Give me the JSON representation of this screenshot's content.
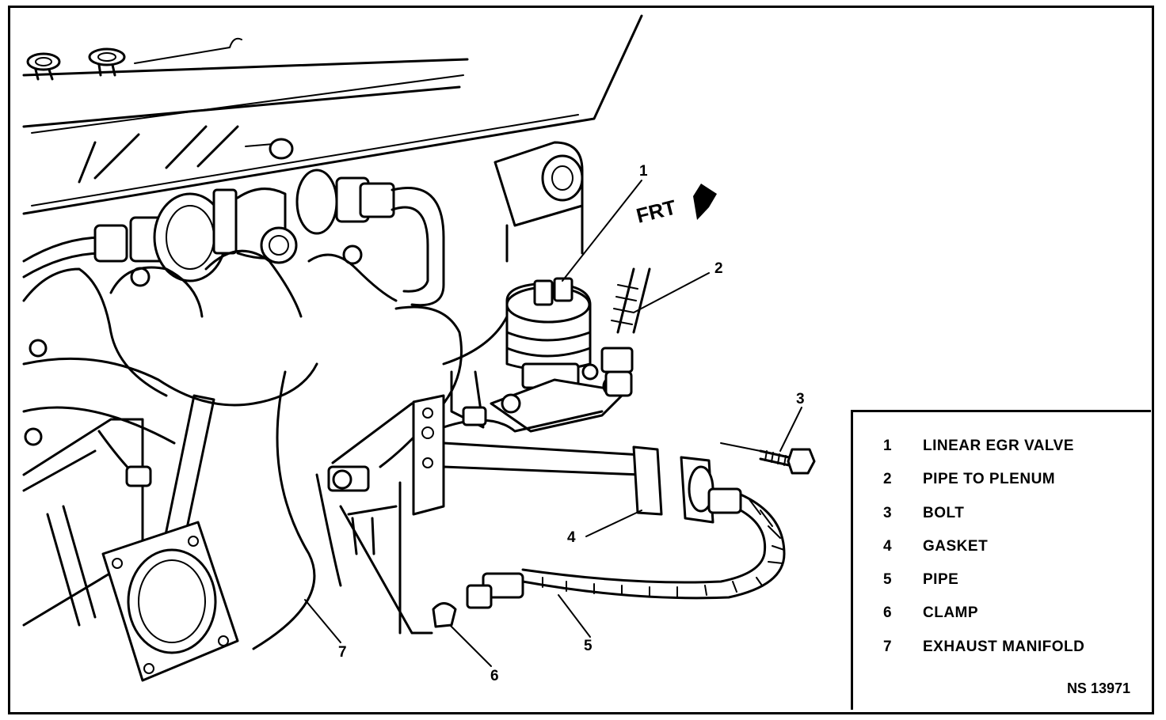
{
  "diagram": {
    "orientation_label": "FRT",
    "callouts": [
      "1",
      "2",
      "3",
      "4",
      "5",
      "6",
      "7"
    ],
    "legend": [
      {
        "number": "1",
        "label": "LINEAR EGR VALVE"
      },
      {
        "number": "2",
        "label": "PIPE TO PLENUM"
      },
      {
        "number": "3",
        "label": "BOLT"
      },
      {
        "number": "4",
        "label": "GASKET"
      },
      {
        "number": "5",
        "label": "PIPE"
      },
      {
        "number": "6",
        "label": "CLAMP"
      },
      {
        "number": "7",
        "label": "EXHAUST MANIFOLD"
      }
    ],
    "figure_code": "NS 13971"
  }
}
